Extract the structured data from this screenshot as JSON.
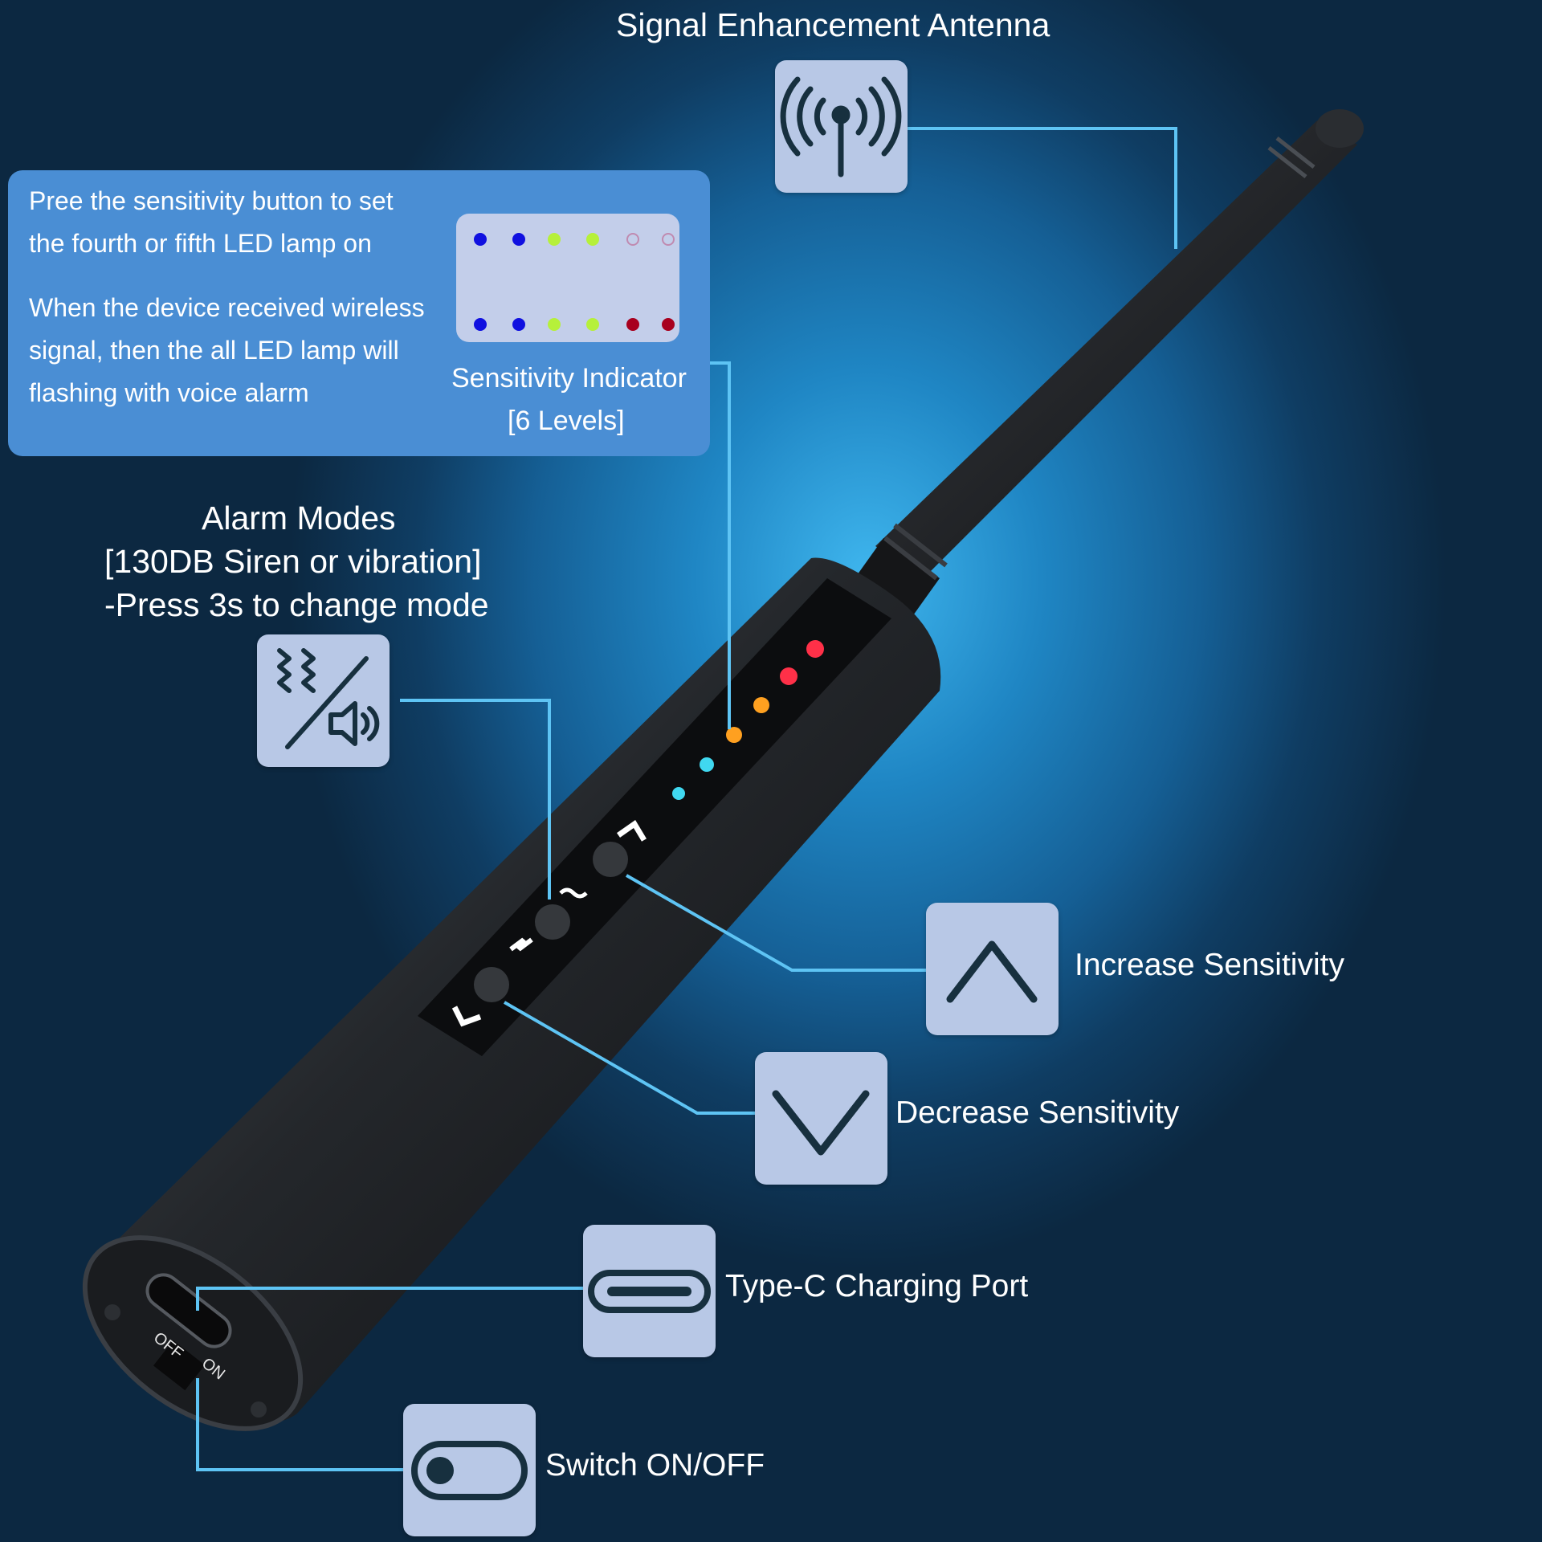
{
  "labels": {
    "antenna": "Signal Enhancement Antenna",
    "sensitivity_title": "Sensitivity Indicator",
    "sensitivity_levels": "[6 Levels]",
    "alarm_title": "Alarm Modes",
    "alarm_sub": "[130DB Siren or vibration]",
    "alarm_press": "-Press 3s to change mode",
    "increase": "Increase Sensitivity",
    "decrease": "Decrease Sensitivity",
    "typec": "Type-C Charging Port",
    "switch": "Switch ON/OFF"
  },
  "info": {
    "line1": "Pree the sensitivity button to set",
    "line2": "the fourth or fifth LED lamp on",
    "line3": "When the device received wireless",
    "line4": "signal, then the all LED lamp will",
    "line5": "flashing with voice alarm"
  },
  "device_text": {
    "off": "OFF",
    "on": "ON"
  },
  "led_rows": {
    "top": [
      "#1010e0",
      "#1010e0",
      "#b6f03a",
      "#b6f03a",
      "empty",
      "empty"
    ],
    "bottom": [
      "#1010e0",
      "#1010e0",
      "#b6f03a",
      "#b6f03a",
      "#a8001e",
      "#a8001e"
    ]
  },
  "colors": {
    "icon_box": "#b8c8e6",
    "panel": "#4a8ed4",
    "leader_line": "#5ec4f4"
  },
  "icons": [
    "antenna-icon",
    "vibration-mute-icon",
    "chevron-up-icon",
    "chevron-down-icon",
    "usb-c-icon",
    "toggle-switch-icon"
  ]
}
